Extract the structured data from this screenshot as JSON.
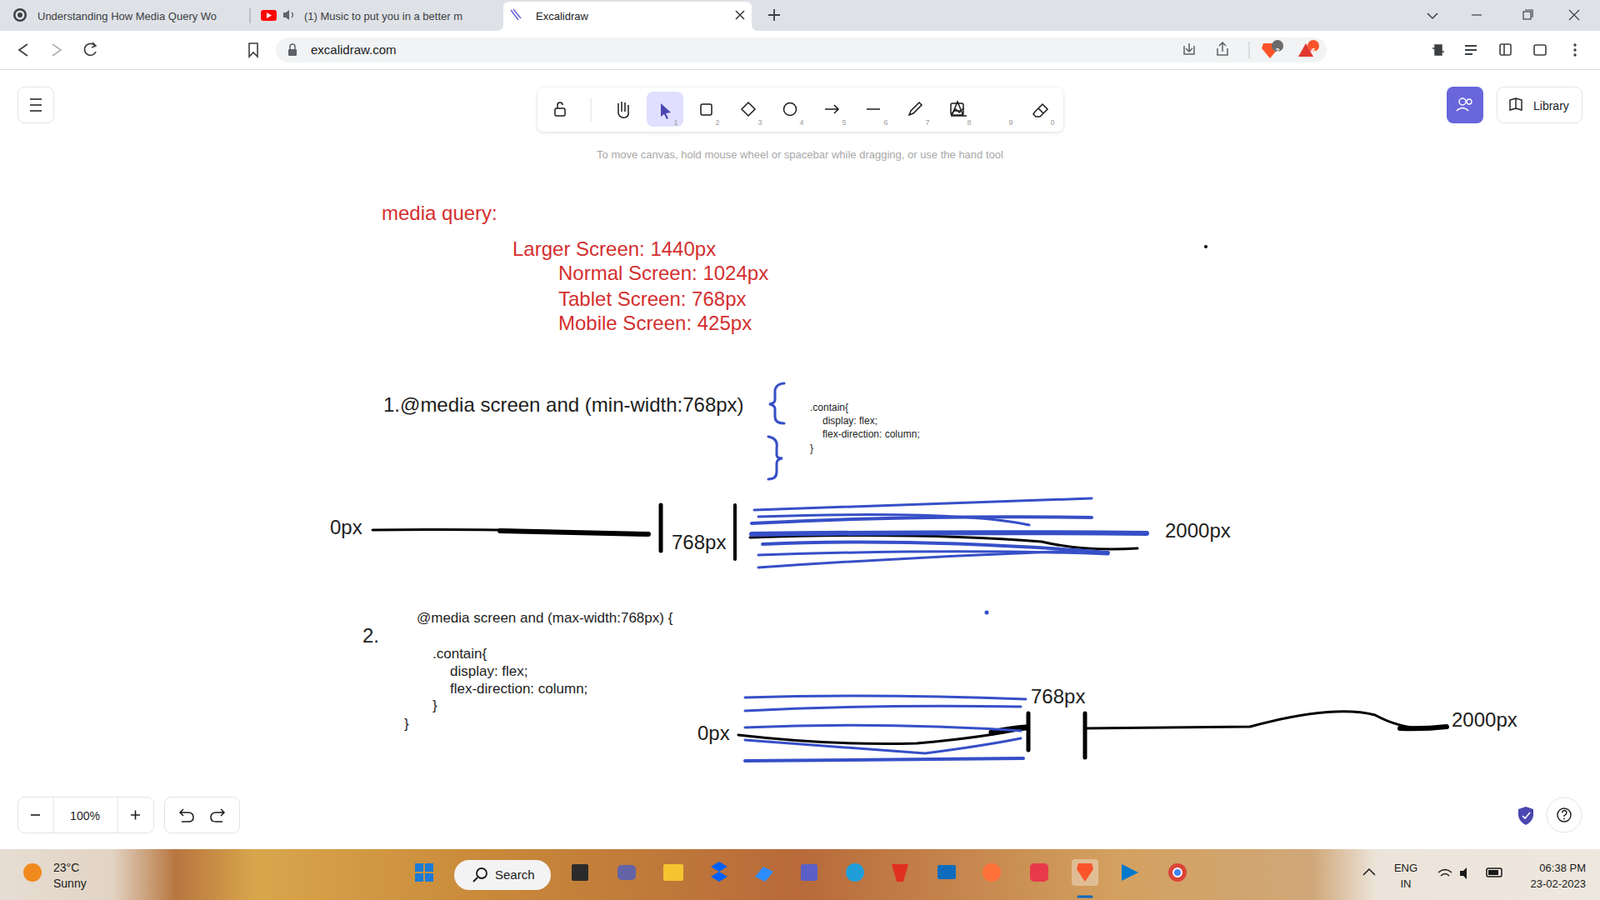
{
  "diagram": {
    "title": "media query:",
    "labels": [
      "Understanding How Media Query Wo",
      "(1) Music to put you in a better m",
      "Excalidraw",
      "excalidraw.com",
      "2",
      "6",
      "Library",
      "1",
      "2",
      "3",
      "4",
      "5",
      "6",
      "7",
      "8",
      "9",
      "0",
      "To move canvas, hold mouse wheel or spacebar while dragging, or use the hand tool",
      "Larger Screen: 1440px",
      "Normal Screen: 1024px",
      "Tablet Screen: 768px",
      "Mobile Screen: 425px",
      "1.@media screen and (min-width:768px)",
      ".contain{",
      "display: flex;",
      "flex-direction: column;",
      "}",
      "0px",
      "768px",
      "2000px",
      "@media screen and (max-width:768px) {",
      "2.",
      ".contain{",
      "display: flex;",
      "flex-direction: column;",
      "}",
      "}",
      "768px",
      "0px",
      "2000px",
      "100%",
      "23°C",
      "Sunny",
      "Search",
      "ENG",
      "IN",
      "06:38 PM",
      "23-02-2023"
    ]
  }
}
